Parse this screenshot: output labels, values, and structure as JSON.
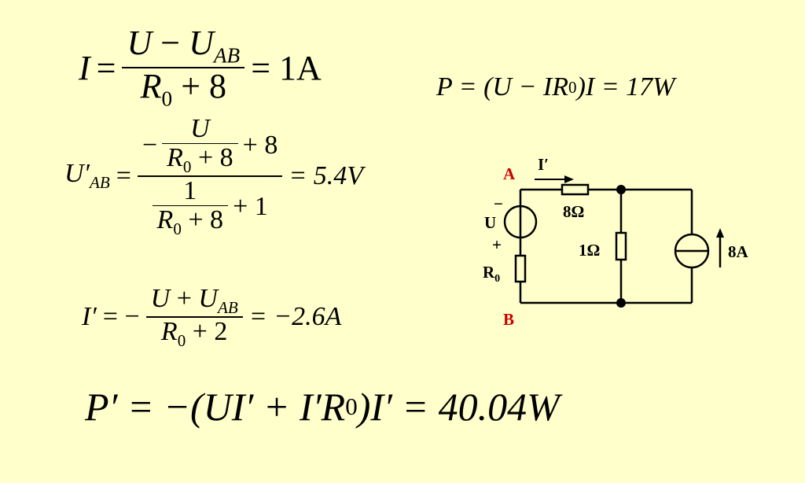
{
  "eq1": {
    "lhs": "I",
    "eq": "=",
    "num_var1": "U",
    "num_minus": "−",
    "num_var2": "U",
    "num_sub": "AB",
    "den_var": "R",
    "den_sub": "0",
    "den_rest": "+ 8",
    "rhs": "= 1A"
  },
  "eq2": {
    "text_a": "P = (U − IR",
    "sub": "0",
    "text_b": ")I = 17W"
  },
  "eq3": {
    "lhs_var": "U′",
    "lhs_sub": "AB",
    "eq": "=",
    "top_minus": "−",
    "top_frac_num": "U",
    "top_frac_den_var": "R",
    "top_frac_den_sub": "0",
    "top_frac_den_rest": "+ 8",
    "top_plus": "+ 8",
    "bot_frac_num": "1",
    "bot_frac_den_var": "R",
    "bot_frac_den_sub": "0",
    "bot_frac_den_rest": "+ 8",
    "bot_plus": "+ 1",
    "rhs": "= 5.4V"
  },
  "eq4": {
    "lhs": "I′",
    "eq": "= −",
    "num_var1": "U",
    "num_plus": "+",
    "num_var2": "U",
    "num_sub": "AB",
    "den_var": "R",
    "den_sub": "0",
    "den_rest": "+ 2",
    "rhs": "= −2.6A"
  },
  "eq5": {
    "text_a": "P′ = −(UI′ + I′R",
    "sub": "0",
    "text_b": ")I′ = 40.04W"
  },
  "circuit": {
    "node_a": "A",
    "node_b": "B",
    "current_label": "I′",
    "r_series_label": "8Ω",
    "r_shunt_label": "1Ω",
    "source_label": "U",
    "source_minus": "−",
    "source_plus": "+",
    "r0_label": "R",
    "r0_sub": "0",
    "current_source_label": "8A",
    "node_color": "#cc0000"
  }
}
